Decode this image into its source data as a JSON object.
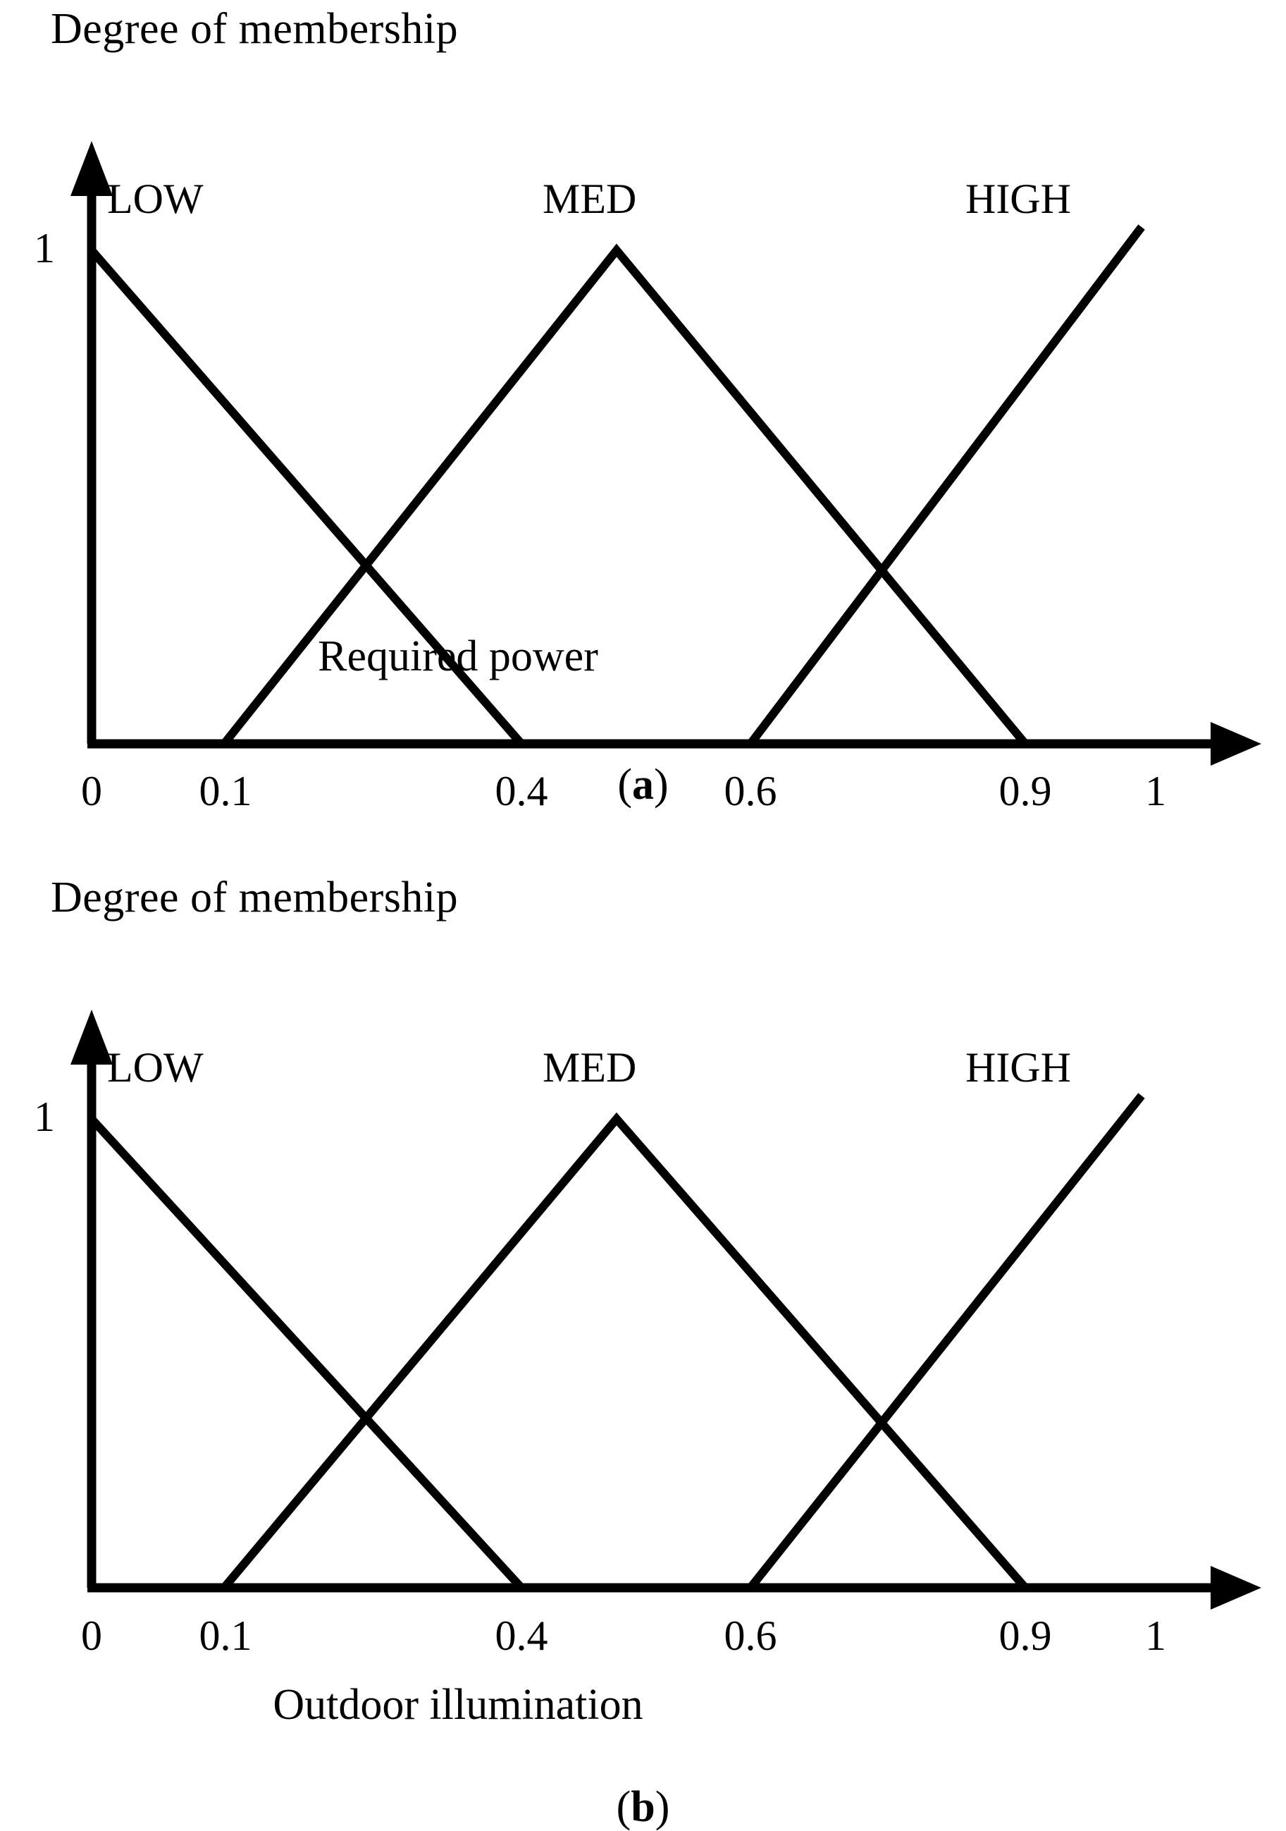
{
  "figure": {
    "panels": [
      {
        "id": "a",
        "caption_open": "(",
        "caption_letter": "a",
        "caption_close": ")",
        "y_axis_title": "Degree of membership",
        "y_tick_label": "1",
        "x_axis_title": "Required power",
        "x_tick_labels": [
          "0",
          "0.1",
          "0.4",
          "0.6",
          "0.9",
          "1"
        ],
        "series_labels": [
          "LOW",
          "MED",
          "HIGH"
        ]
      },
      {
        "id": "b",
        "caption_open": "(",
        "caption_letter": "b",
        "caption_close": ")",
        "y_axis_title": "Degree of membership",
        "y_tick_label": "1",
        "x_axis_title": "Outdoor illumination",
        "x_tick_labels": [
          "0",
          "0.1",
          "0.4",
          "0.6",
          "0.9",
          "1"
        ],
        "series_labels": [
          "LOW",
          "MED",
          "HIGH"
        ]
      }
    ],
    "colors": {
      "ink": "#000000",
      "background": "#ffffff"
    }
  },
  "chart_data": [
    {
      "type": "line",
      "title": "Degree of membership vs Required power",
      "xlabel": "Required power",
      "ylabel": "Degree of membership",
      "xlim": [
        0,
        1
      ],
      "ylim": [
        0,
        1
      ],
      "xticks": [
        0,
        0.1,
        0.4,
        0.6,
        0.9,
        1
      ],
      "xticklabels": [
        "0",
        "0.1",
        "0.4",
        "0.6",
        "0.9",
        "1"
      ],
      "yticks": [
        1
      ],
      "yticklabels": [
        "1"
      ],
      "grid": false,
      "legend": "inline-annotations",
      "series": [
        {
          "name": "LOW",
          "label_position": "upper-left",
          "x": [
            0,
            0.4
          ],
          "y": [
            1,
            0
          ]
        },
        {
          "name": "MED",
          "label_position": "upper-center",
          "x": [
            0.1,
            0.5,
            0.9
          ],
          "y": [
            0,
            1,
            0
          ]
        },
        {
          "name": "HIGH",
          "label_position": "upper-right",
          "x": [
            0.6,
            1
          ],
          "y": [
            0,
            1
          ]
        }
      ]
    },
    {
      "type": "line",
      "title": "Degree of membership vs Outdoor illumination",
      "xlabel": "Outdoor illumination",
      "ylabel": "Degree of membership",
      "xlim": [
        0,
        1
      ],
      "ylim": [
        0,
        1
      ],
      "xticks": [
        0,
        0.1,
        0.4,
        0.6,
        0.9,
        1
      ],
      "xticklabels": [
        "0",
        "0.1",
        "0.4",
        "0.6",
        "0.9",
        "1"
      ],
      "yticks": [
        1
      ],
      "yticklabels": [
        "1"
      ],
      "grid": false,
      "legend": "inline-annotations",
      "series": [
        {
          "name": "LOW",
          "label_position": "upper-left",
          "x": [
            0,
            0.4
          ],
          "y": [
            1,
            0
          ]
        },
        {
          "name": "MED",
          "label_position": "upper-center",
          "x": [
            0.1,
            0.5,
            0.9
          ],
          "y": [
            0,
            1,
            0
          ]
        },
        {
          "name": "HIGH",
          "label_position": "upper-right",
          "x": [
            0.6,
            1
          ],
          "y": [
            0,
            1
          ]
        }
      ]
    }
  ]
}
